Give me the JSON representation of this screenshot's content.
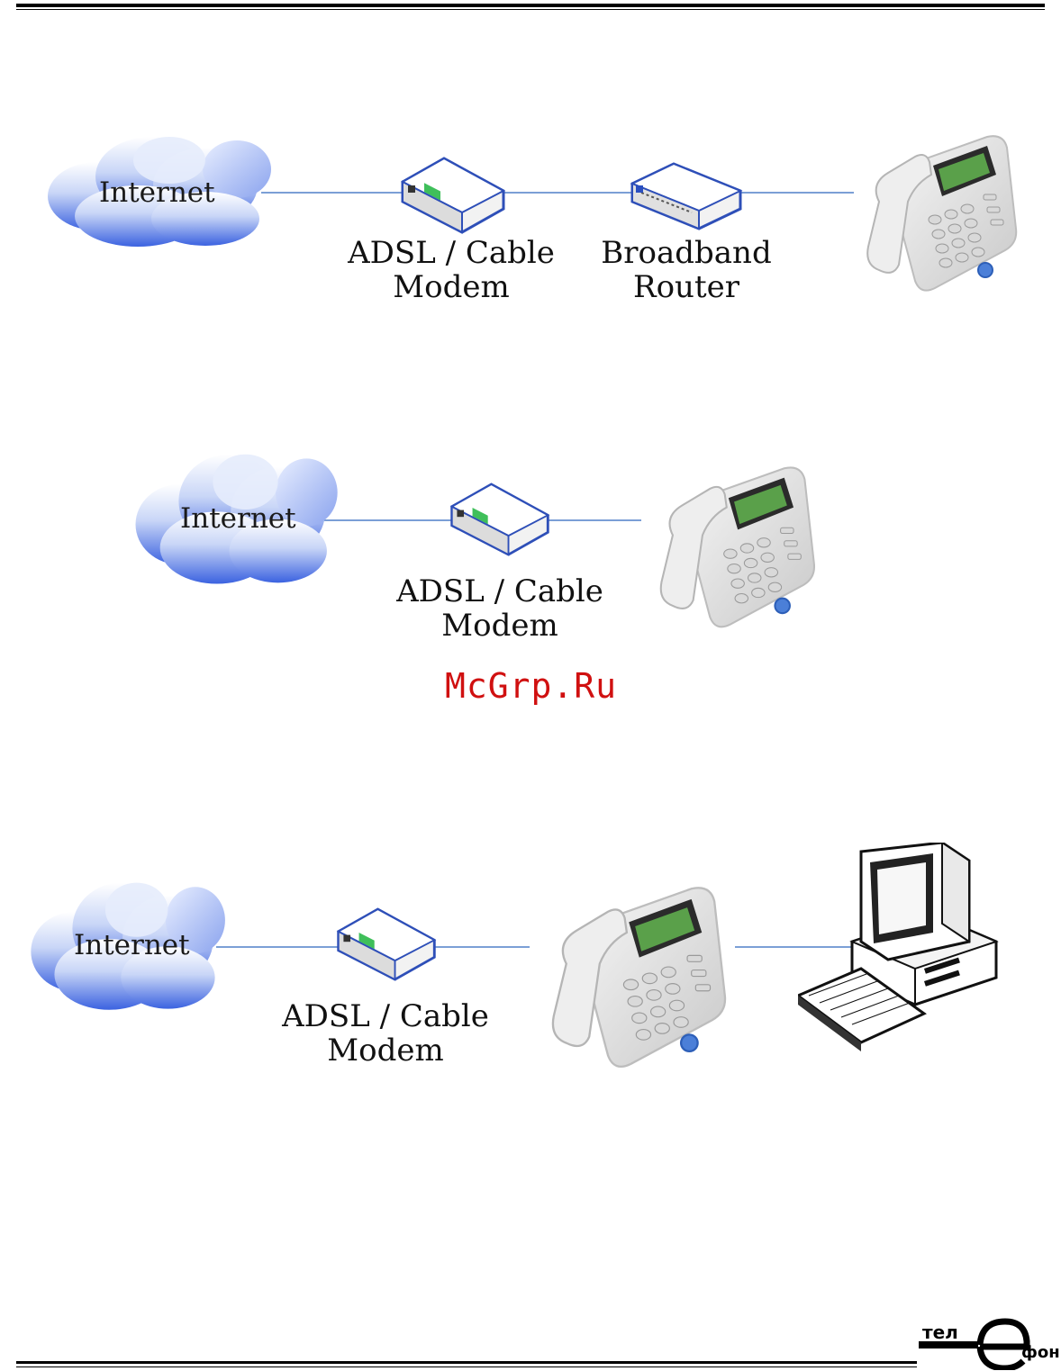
{
  "diagrams": [
    {
      "cloud_label": "Internet",
      "modem_label_1": "ADSL / Cable",
      "modem_label_2": "Modem",
      "router_label_1": "Broadband",
      "router_label_2": "Router"
    },
    {
      "cloud_label": "Internet",
      "modem_label_1": "ADSL / Cable",
      "modem_label_2": "Modem"
    },
    {
      "cloud_label": "Internet",
      "modem_label_1": "ADSL / Cable",
      "modem_label_2": "Modem"
    }
  ],
  "watermark": "McGrp.Ru",
  "logo_text_top": "тел",
  "logo_text_bottom": "фон",
  "colors": {
    "connector": "#7b9fd6",
    "cloud_blue": "#6f8fe8",
    "modem_accent": "#3fbf5a",
    "phone_screen": "#5aa04a",
    "watermark": "#d01010"
  },
  "icons": [
    "cloud-icon",
    "modem-icon",
    "router-icon",
    "phone-icon",
    "computer-icon"
  ]
}
